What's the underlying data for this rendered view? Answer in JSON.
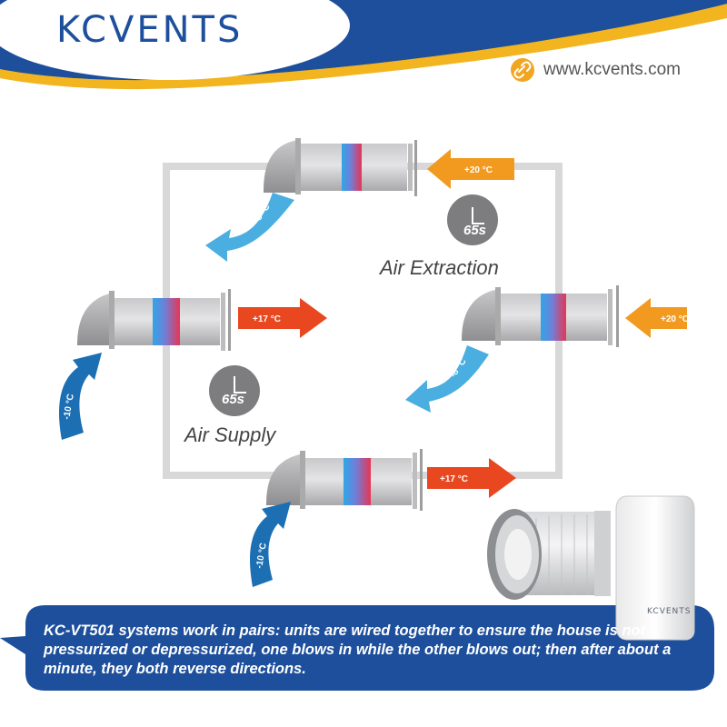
{
  "brand": {
    "logo_text": "KCVENTS",
    "website": "www.kcvents.com"
  },
  "labels": {
    "air_extraction": "Air Extraction",
    "air_supply": "Air Supply",
    "timer_top": "65s",
    "timer_bottom": "65s"
  },
  "temps": {
    "top_in": "+20 °C",
    "right_in": "+20 °C",
    "left_out": "+17 °C",
    "bottom_out": "+17 °C",
    "top_exhaust": "-8 °C",
    "right_exhaust": "-8 °C",
    "left_intake": "-10 °C",
    "bottom_intake": "-10 °C"
  },
  "caption": "KC-VT501 systems work in pairs: units are wired together to ensure the house is not pressurized or depressurized, one blows in while the other blows out; then after about a minute, they both reverse directions.",
  "device": {
    "brand_mark": "KCVENTS"
  },
  "colors": {
    "brand_blue": "#1d4f9c",
    "accent_yellow": "#f2b51f",
    "warm_arrow": "#f29a1f",
    "hot_arrow": "#e8471f",
    "cold_arrow_dark": "#1c6fb3",
    "cold_arrow_light": "#4aaee0"
  }
}
